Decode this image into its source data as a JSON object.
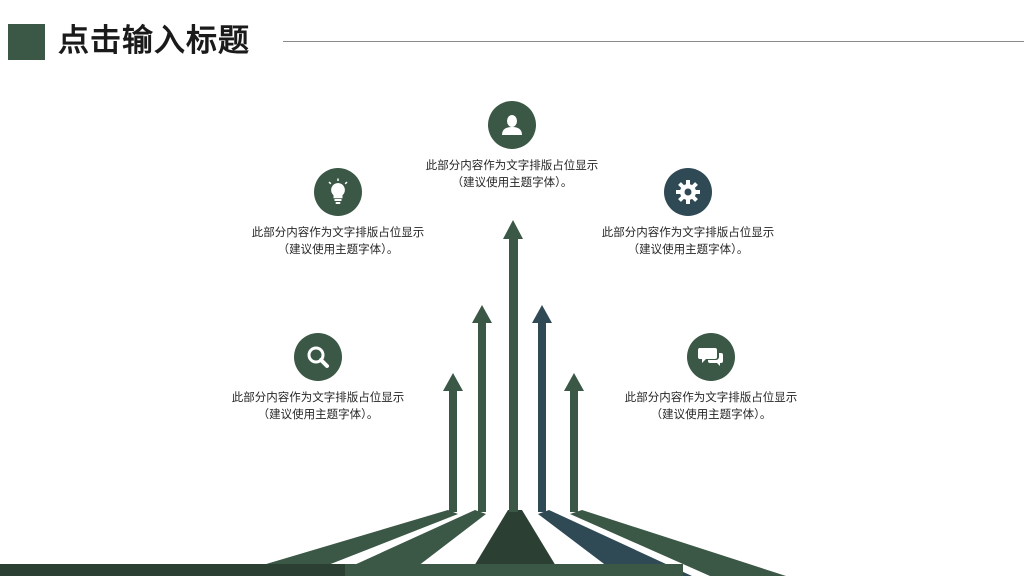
{
  "slide": {
    "title": "点击输入标题"
  },
  "colors": {
    "primary": "#3b5746",
    "secondary": "#2f4a55",
    "dark": "#2c3f33",
    "line": "#8a8a8a"
  },
  "items": [
    {
      "icon": "search-icon",
      "line1": "此部分内容作为文字排版占位显示",
      "line2": "（建议使用主题字体）。"
    },
    {
      "icon": "lightbulb-icon",
      "line1": "此部分内容作为文字排版占位显示",
      "line2": "（建议使用主题字体）。"
    },
    {
      "icon": "user-icon",
      "line1": "此部分内容作为文字排版占位显示",
      "line2": "（建议使用主题字体）。"
    },
    {
      "icon": "gear-icon",
      "line1": "此部分内容作为文字排版占位显示",
      "line2": "（建议使用主题字体）。"
    },
    {
      "icon": "chat-icon",
      "line1": "此部分内容作为文字排版占位显示",
      "line2": "（建议使用主题字体）。"
    }
  ]
}
